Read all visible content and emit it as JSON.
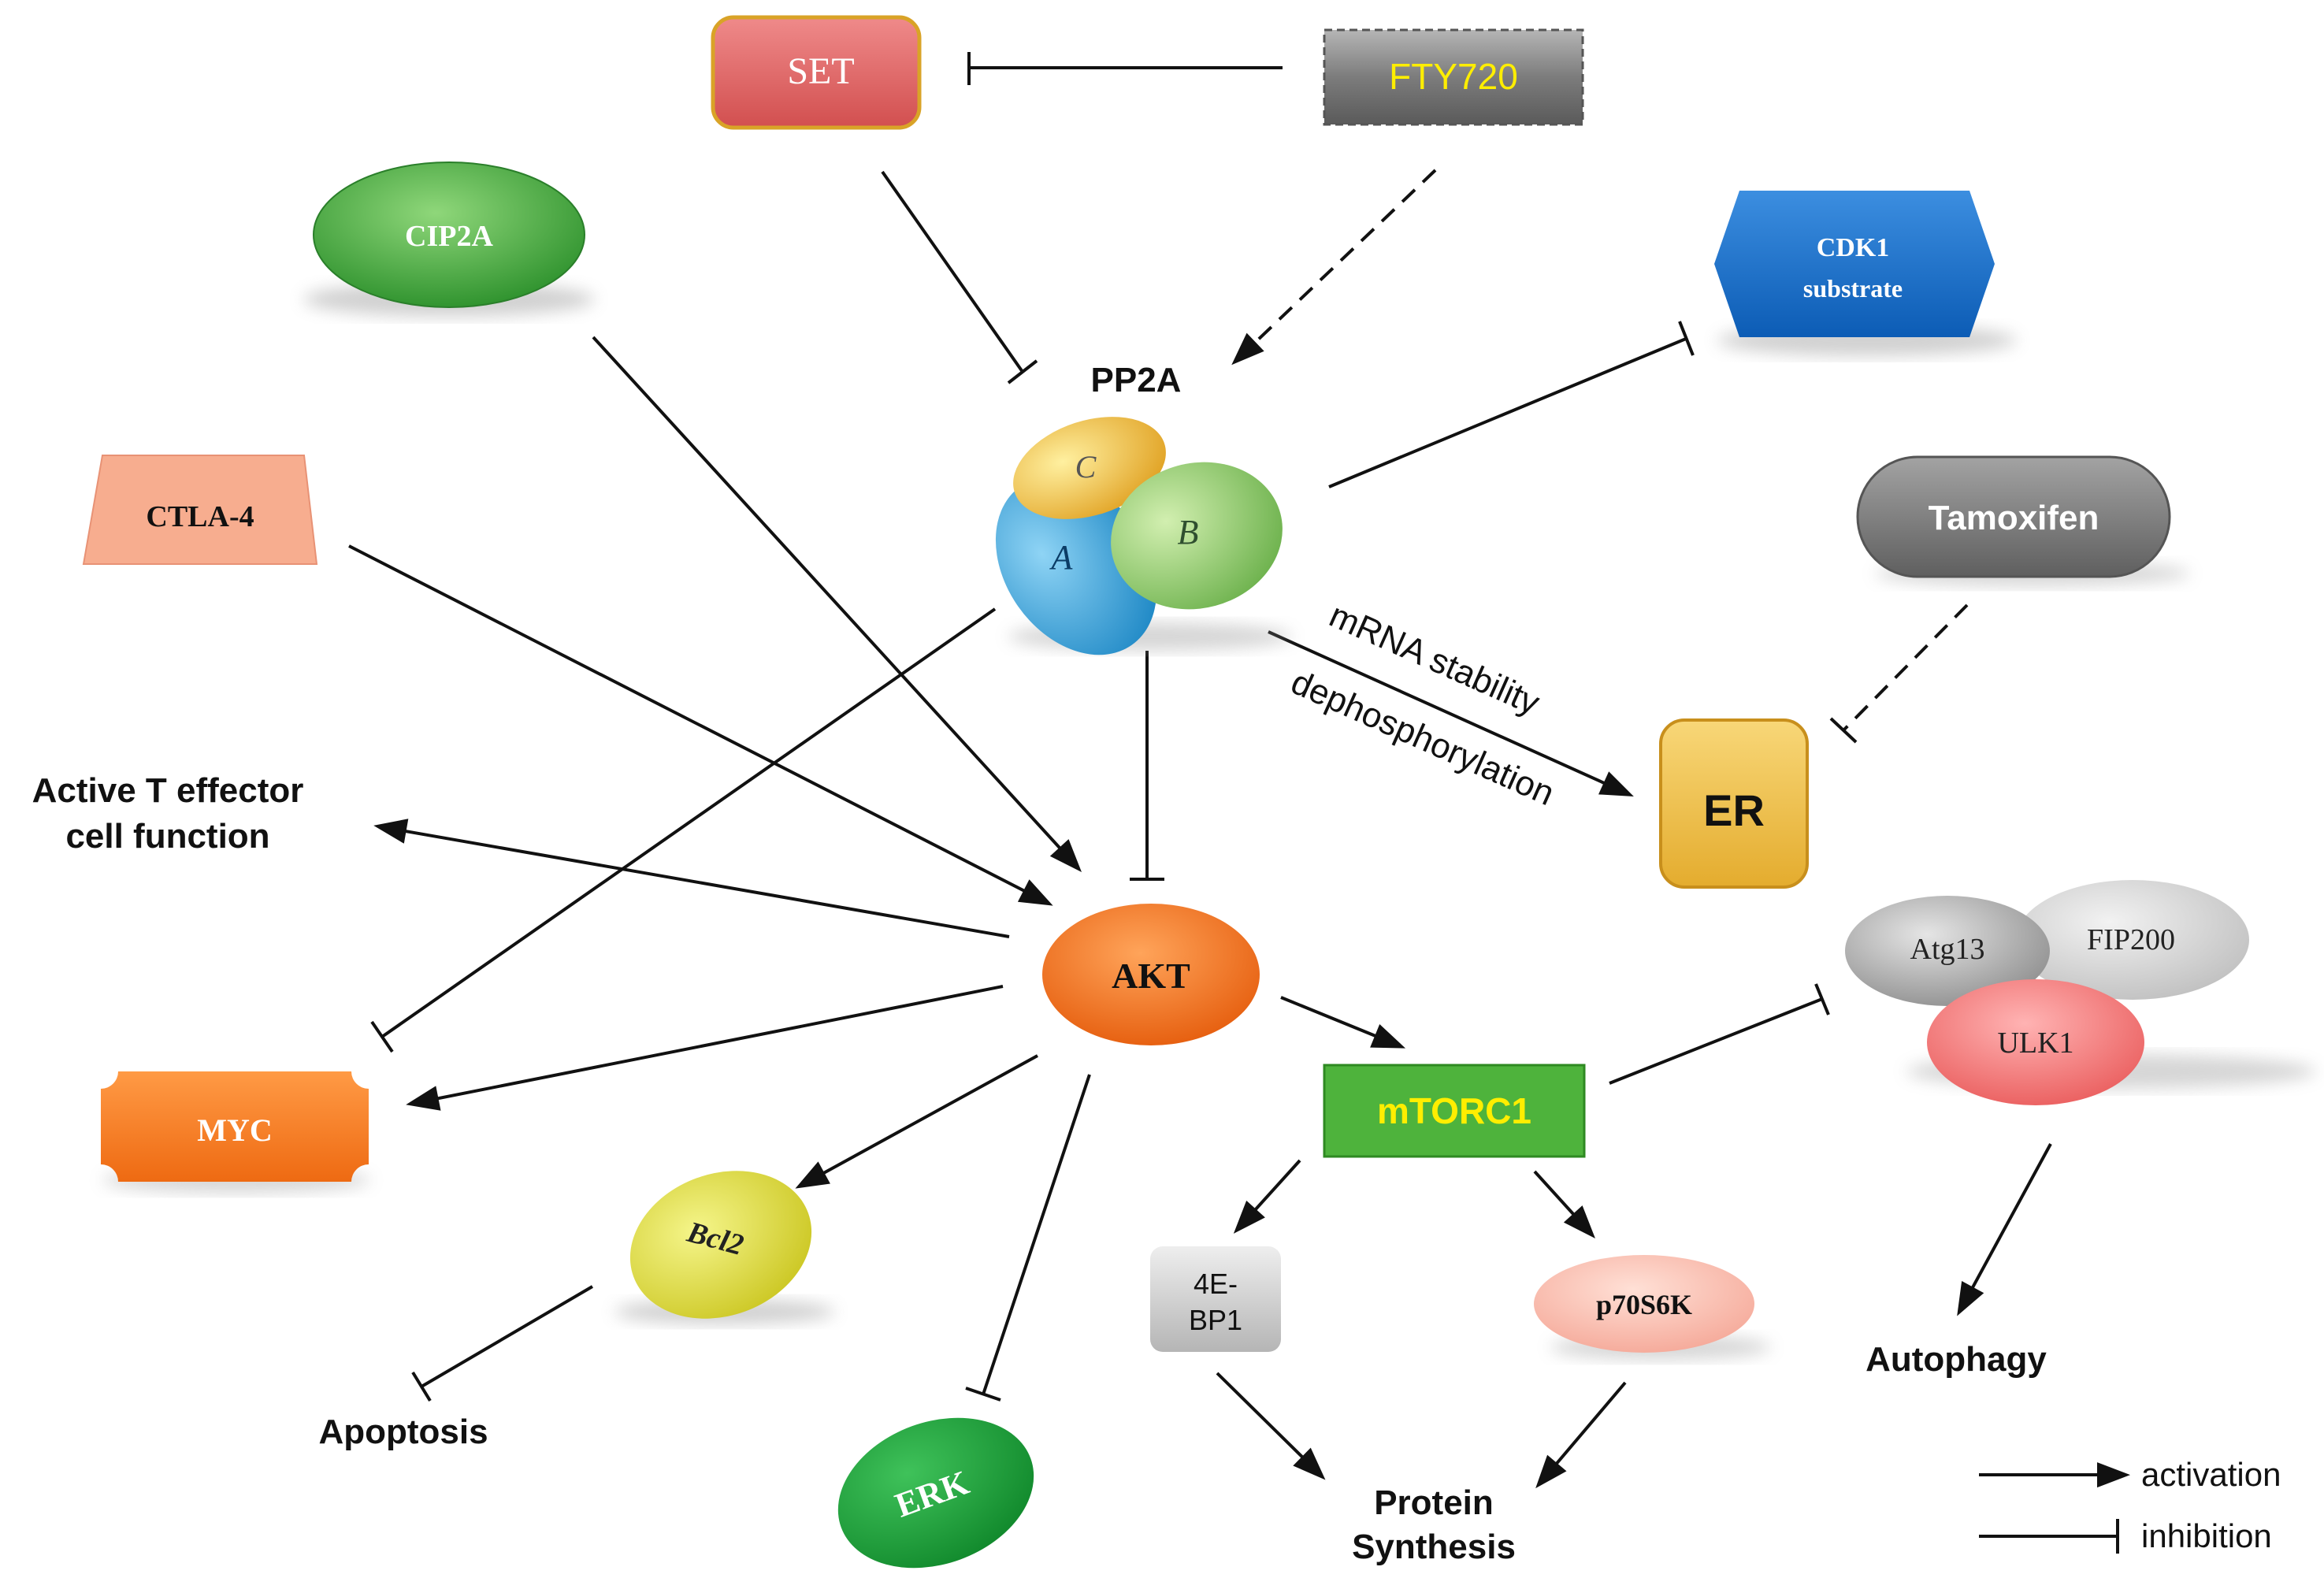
{
  "nodes": {
    "set": "SET",
    "fty720": "FTY720",
    "cip2a": "CIP2A",
    "cdk1_line1": "CDK1",
    "cdk1_line2": "substrate",
    "pp2a": "PP2A",
    "pp2a_c": "C",
    "pp2a_a": "A",
    "pp2a_b": "B",
    "ctla4": "CTLA-4",
    "tamoxifen": "Tamoxifen",
    "er": "ER",
    "akt": "AKT",
    "mtorc1": "mTORC1",
    "atg13": "Atg13",
    "fip200": "FIP200",
    "ulk1": "ULK1",
    "myc": "MYC",
    "bcl2": "Bcl2",
    "erk": "ERK",
    "ebp1_line1": "4E-",
    "ebp1_line2": "BP1",
    "p70s6k": "p70S6K"
  },
  "labels": {
    "active_t_line1": "Active T effector",
    "active_t_line2": "cell function",
    "apoptosis": "Apoptosis",
    "autophagy": "Autophagy",
    "protein_line1": "Protein",
    "protein_line2": "Synthesis",
    "mrna": "mRNA stability",
    "dephos": "dephosphorylation"
  },
  "legend": {
    "activation": "activation",
    "inhibition": "inhibition"
  },
  "colors": {
    "set": "#e06b6b",
    "fty720_text": "#ffee00",
    "cip2a": "#3aa33a",
    "cdk1": "#1670c9",
    "ctla4": "#f7ad8f",
    "tamoxifen": "#7a7a7a",
    "er": "#f2c54f",
    "akt": "#f2721c",
    "mtorc1": "#4eb33c",
    "mtorc1_text": "#ffee00",
    "myc": "#f47b20",
    "bcl2": "#e0dd2a",
    "erk": "#1a9c35",
    "ulk1": "#f07777",
    "p70s6k": "#f7bfae",
    "line": "#111111"
  }
}
